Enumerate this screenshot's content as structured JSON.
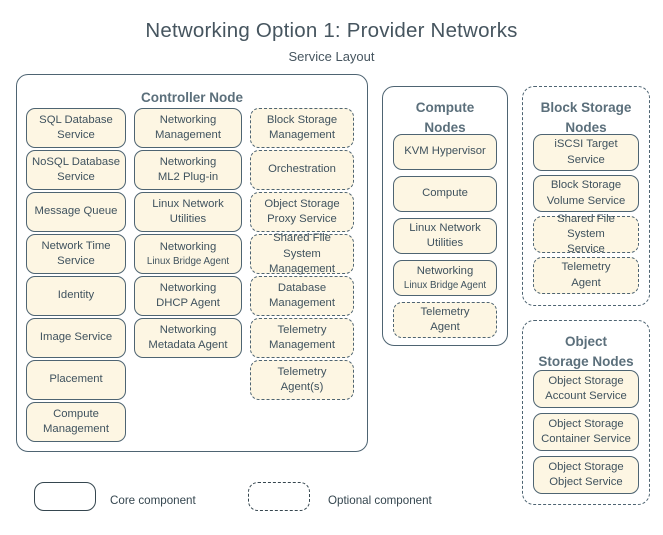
{
  "header": {
    "title": "Networking Option 1: Provider Networks",
    "subtitle": "Service Layout"
  },
  "colors": {
    "box_fill": "#fdf6e3",
    "stroke": "#4e6472",
    "text": "#3f525e",
    "title_text": "#46555f",
    "group_title_text": "#5b6f7b",
    "background": "#ffffff"
  },
  "groups": [
    {
      "id": "controller-node",
      "title": "Controller Node",
      "style": "core",
      "columns": [
        {
          "id": "controller-col-1",
          "items": [
            {
              "label": "SQL Database Service",
              "line1": "SQL Database",
              "line2": "Service",
              "style": "core"
            },
            {
              "label": "NoSQL Database Service",
              "line1": "NoSQL Database",
              "line2": "Service",
              "style": "core"
            },
            {
              "label": "Message Queue",
              "line1": "Message Queue",
              "line2": "",
              "style": "core"
            },
            {
              "label": "Network Time Service",
              "line1": "Network Time",
              "line2": "Service",
              "style": "core"
            },
            {
              "label": "Identity",
              "line1": "Identity",
              "line2": "",
              "style": "core"
            },
            {
              "label": "Image Service",
              "line1": "Image Service",
              "line2": "",
              "style": "core"
            },
            {
              "label": "Placement",
              "line1": "Placement",
              "line2": "",
              "style": "core"
            },
            {
              "label": "Compute Management",
              "line1": "Compute",
              "line2": "Management",
              "style": "core"
            }
          ]
        },
        {
          "id": "controller-col-2",
          "items": [
            {
              "label": "Networking Management",
              "line1": "Networking",
              "line2": "Management",
              "style": "core",
              "small2": false
            },
            {
              "label": "Networking ML2 Plug-in",
              "line1": "Networking",
              "line2": "ML2 Plug-in",
              "style": "core",
              "small2": false
            },
            {
              "label": "Linux Network Utilities",
              "line1": "Linux Network",
              "line2": "Utilities",
              "style": "core",
              "small2": false
            },
            {
              "label": "Networking Linux Bridge Agent",
              "line1": "Networking",
              "line2": "Linux Bridge Agent",
              "style": "core",
              "small2": true
            },
            {
              "label": "Networking DHCP Agent",
              "line1": "Networking",
              "line2": "DHCP Agent",
              "style": "core",
              "small2": false
            },
            {
              "label": "Networking Metadata Agent",
              "line1": "Networking",
              "line2": "Metadata Agent",
              "style": "core",
              "small2": false
            }
          ]
        },
        {
          "id": "controller-col-3",
          "items": [
            {
              "label": "Block Storage Management",
              "line1": "Block Storage",
              "line2": "Management",
              "style": "optional"
            },
            {
              "label": "Orchestration",
              "line1": "Orchestration",
              "line2": "",
              "style": "optional"
            },
            {
              "label": "Object Storage Proxy Service",
              "line1": "Object Storage",
              "line2": "Proxy Service",
              "style": "optional"
            },
            {
              "label": "Shared File System Management",
              "line1": "Shared File System",
              "line2": "Management",
              "style": "optional"
            },
            {
              "label": "Database Management",
              "line1": "Database",
              "line2": "Management",
              "style": "optional"
            },
            {
              "label": "Telemetry Management",
              "line1": "Telemetry",
              "line2": "Management",
              "style": "optional"
            },
            {
              "label": "Telemetry Agent(s)",
              "line1": "Telemetry",
              "line2": "Agent(s)",
              "style": "optional"
            }
          ]
        }
      ]
    },
    {
      "id": "compute-nodes",
      "title_line1": "Compute",
      "title_line2": "Nodes",
      "title": "Compute Nodes",
      "style": "core",
      "items": [
        {
          "label": "KVM Hypervisor",
          "line1": "KVM Hypervisor",
          "line2": "",
          "style": "core",
          "small2": false
        },
        {
          "label": "Compute",
          "line1": "Compute",
          "line2": "",
          "style": "core",
          "small2": false
        },
        {
          "label": "Linux Network Utilities",
          "line1": "Linux Network",
          "line2": "Utilities",
          "style": "core",
          "small2": false
        },
        {
          "label": "Networking Linux Bridge Agent",
          "line1": "Networking",
          "line2": "Linux Bridge Agent",
          "style": "core",
          "small2": true
        },
        {
          "label": "Telemetry Agent",
          "line1": "Telemetry",
          "line2": "Agent",
          "style": "optional",
          "small2": false
        }
      ]
    },
    {
      "id": "block-storage-nodes",
      "title_line1": "Block Storage",
      "title_line2": "Nodes",
      "title": "Block Storage Nodes",
      "style": "optional",
      "items": [
        {
          "label": "iSCSI Target Service",
          "line1": "iSCSI Target",
          "line2": "Service",
          "style": "core"
        },
        {
          "label": "Block Storage Volume Service",
          "line1": "Block Storage",
          "line2": "Volume Service",
          "style": "core"
        },
        {
          "label": "Shared File System Service",
          "line1": "Shared File System",
          "line2": "Service",
          "style": "optional"
        },
        {
          "label": "Telemetry Agent",
          "line1": "Telemetry",
          "line2": "Agent",
          "style": "optional"
        }
      ]
    },
    {
      "id": "object-storage-nodes",
      "title_line1": "Object",
      "title_line2": "Storage Nodes",
      "title": "Object Storage Nodes",
      "style": "optional",
      "items": [
        {
          "label": "Object Storage Account Service",
          "line1": "Object Storage",
          "line2": "Account Service",
          "style": "core"
        },
        {
          "label": "Object Storage Container Service",
          "line1": "Object Storage",
          "line2": "Container Service",
          "style": "core"
        },
        {
          "label": "Object Storage Object Service",
          "line1": "Object Storage",
          "line2": "Object Service",
          "style": "core"
        }
      ]
    }
  ],
  "legend": {
    "core_label": "Core component",
    "optional_label": "Optional component"
  }
}
